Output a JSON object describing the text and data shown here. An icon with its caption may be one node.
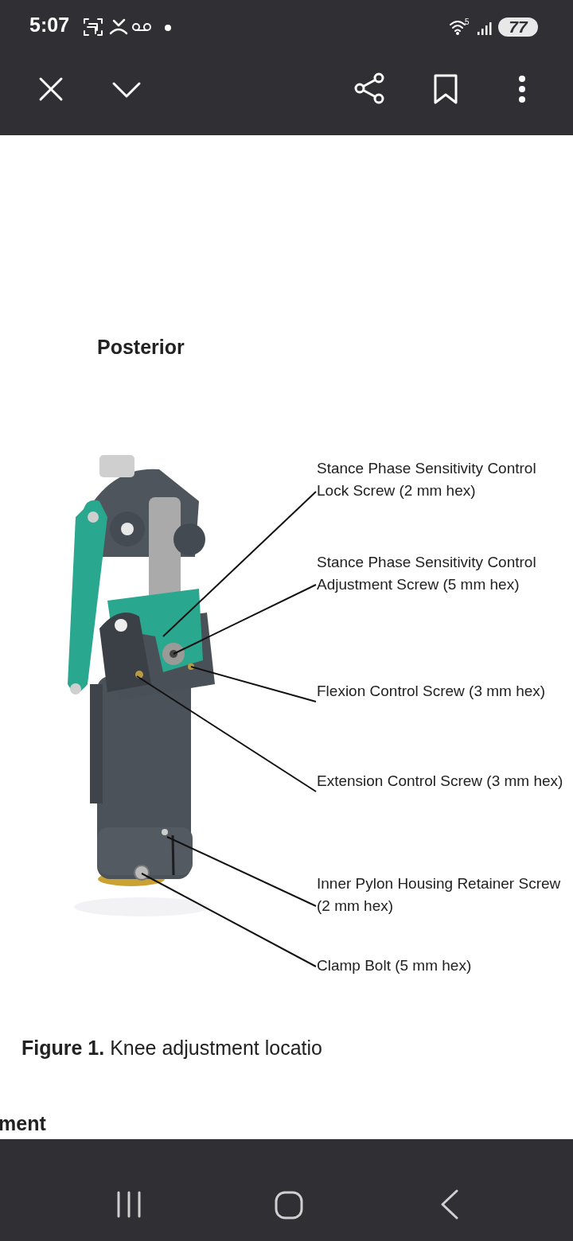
{
  "diagram": {
    "title": "Posterior",
    "caption": "**Figure 1.** Knee adjustment locatio",
    "nodes": [
      {
        "text": [
          "Stance Phase Sensitivity Control Lock Screw (2 mm hex)"
        ]
      },
      {
        "text": [
          "Stance Phase Sensitivity Control Adjustment Screw (5 mm hex)"
        ]
      },
      {
        "text": [
          "Flexion Control Screw (3 mm hex)"
        ]
      },
      {
        "text": [
          "Extension Control Screw (3 mm hex)"
        ]
      },
      {
        "text": [
          "Inner Pylon Housing Retainer Screw (2 mm hex)"
        ]
      },
      {
        "text": [
          "Clamp Bolt (5 mm hex)"
        ]
      }
    ],
    "edges": [
      {
        "from": 0,
        "to": null,
        "arrow": "none"
      },
      {
        "from": 1,
        "to": null,
        "arrow": "none"
      },
      {
        "from": 2,
        "to": null,
        "arrow": "none"
      },
      {
        "from": 3,
        "to": null,
        "arrow": "none"
      },
      {
        "from": 4,
        "to": null,
        "arrow": "none"
      },
      {
        "from": 5,
        "to": null,
        "arrow": "none"
      }
    ],
    "labels": [
      "5:07",
      "5",
      "77",
      "ment"
    ]
  }
}
